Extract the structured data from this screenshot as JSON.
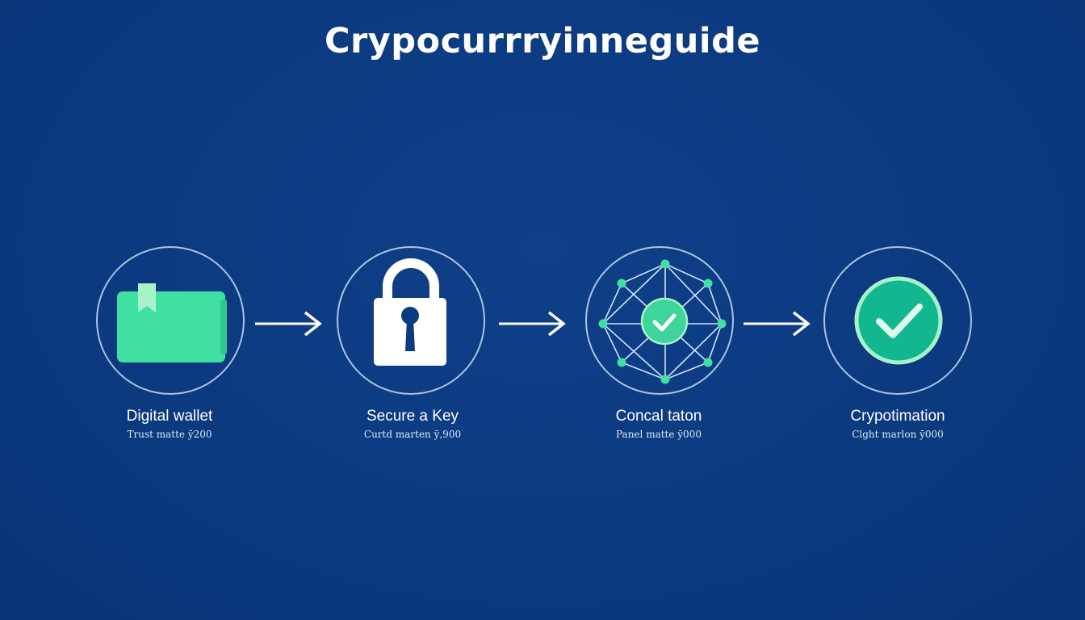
{
  "title": "Crypocurrryinneguide",
  "colors": {
    "background": "#0b3a80",
    "accent_green": "#3fe0a2",
    "ring": "#c8dcf5",
    "white": "#ffffff"
  },
  "steps": [
    {
      "icon": "folder-wallet-icon",
      "label": "Digital wallet",
      "sublabel": "Trust matte ȳ200"
    },
    {
      "icon": "padlock-icon",
      "label": "Secure a Key",
      "sublabel": "Curtd marten ȳ,900"
    },
    {
      "icon": "network-check-icon",
      "label": "Concal taton",
      "sublabel": "Panel matte ȳ000"
    },
    {
      "icon": "checkmark-icon",
      "label": "Crypotimation",
      "sublabel": "Clght marlon ȳ000"
    }
  ]
}
